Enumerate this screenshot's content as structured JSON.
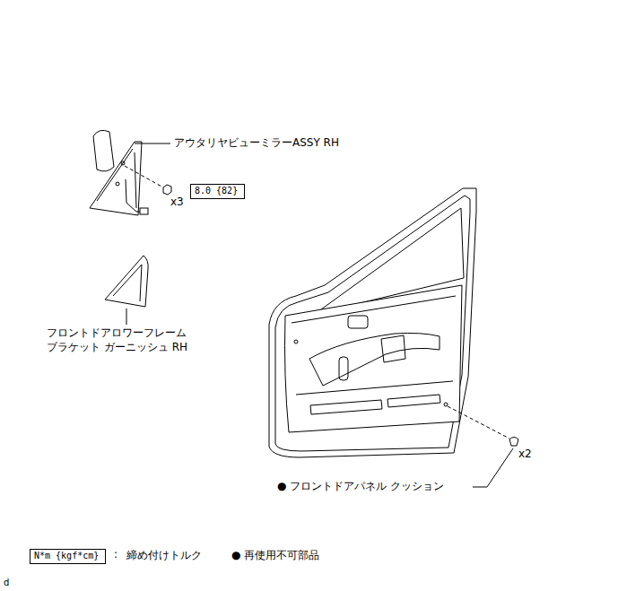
{
  "diagram": {
    "nodes": [
      {
        "text": [
          "8.0 {82}"
        ]
      },
      {
        "text": [
          "N*m {kgf*cm}"
        ]
      }
    ],
    "labels": [
      "アウタリヤビューミラーASSY RH",
      "x3",
      "フロントドアロワーフレーム ブラケット ガーニッシュ RH",
      "● フロントドアパネル クッション",
      "x2",
      ":",
      "締め付けトルク",
      "●",
      "再使用不可部品",
      "d"
    ]
  }
}
